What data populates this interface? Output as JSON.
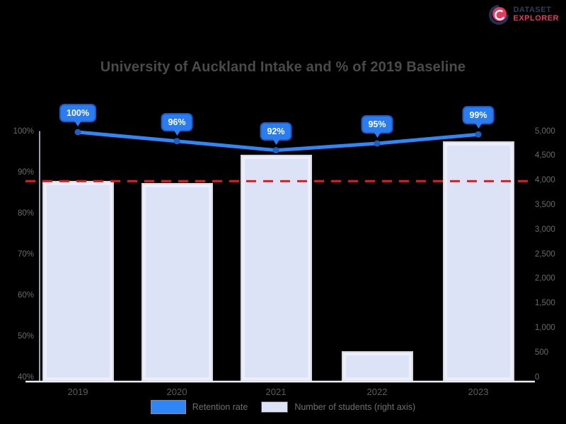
{
  "logo": {
    "icon": "explorer-logo-icon",
    "line1": "DATASET",
    "line2": "EXPLORER"
  },
  "title": "University of Auckland Intake and % of 2019 Baseline",
  "colors": {
    "accent_blue": "#2f86f6",
    "badge_fill": "#2b7cee",
    "badge_border": "#1a5ec9",
    "bar_fill": "#dde3f7",
    "bar_border": "#d7d8de",
    "reference_red": "#ee1515",
    "axis_line": "#ccd2ea",
    "tick_text": "#6a6a6a",
    "title_text": "#4a4a4a",
    "logo_navy": "#2e3e5c",
    "logo_red": "#e23a60"
  },
  "chart_data": {
    "type": "bar",
    "subtype": "combo-bar-line",
    "title": "University of Auckland Intake and % of 2019 Baseline",
    "categories": [
      "2019",
      "2020",
      "2021",
      "2022",
      "2023"
    ],
    "series": [
      {
        "name": "Retention rate",
        "type": "line",
        "axis": "left",
        "unit": "%",
        "values": [
          100,
          96,
          92,
          95,
          99
        ],
        "point_labels": [
          "100%",
          "96%",
          "92%",
          "95%",
          "99%"
        ],
        "color": "#2f86f6"
      },
      {
        "name": "Number of students (right axis)",
        "type": "bar",
        "axis": "right",
        "values": [
          4000,
          3970,
          4530,
          600,
          4800
        ],
        "color": "#dde3f7"
      }
    ],
    "reference_line": {
      "axis": "right",
      "value": 4000,
      "style": "dashed",
      "color": "#ee1515"
    },
    "left_axis": {
      "ticks": [
        "100%",
        "90%",
        "80%",
        "70%",
        "60%",
        "50%",
        "40%"
      ]
    },
    "right_axis": {
      "ticks": [
        "5,000",
        "4,500",
        "4,000",
        "3,500",
        "3,000",
        "2,500",
        "2,000",
        "1,500",
        "1,000",
        "500",
        "0"
      ],
      "range": [
        0,
        5000
      ]
    },
    "legend_position": "bottom",
    "grid": false
  },
  "legend": {
    "items": [
      {
        "label": "Retention rate",
        "swatch_color": "#2f86f6"
      },
      {
        "label": "Number of students (right axis)",
        "swatch_color": "#dde3f7"
      }
    ]
  }
}
